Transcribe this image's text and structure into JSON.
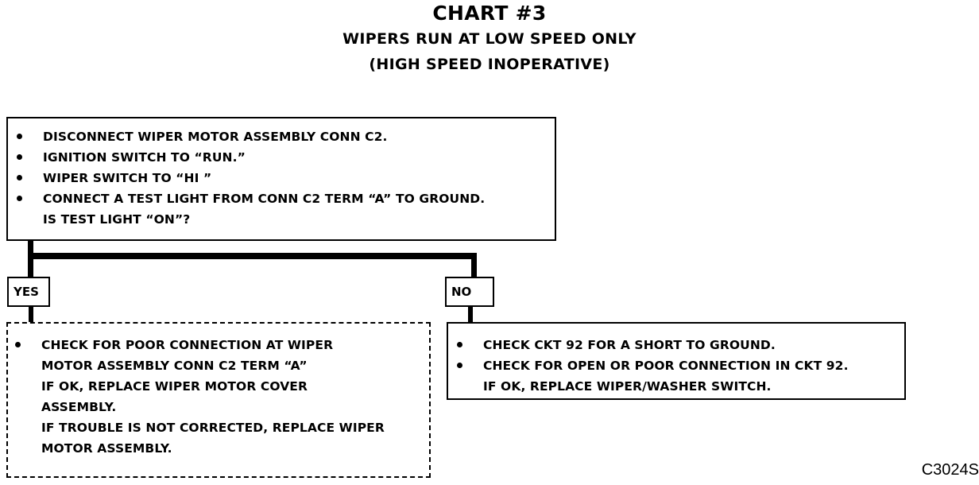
{
  "title": {
    "line1": "CHART #3",
    "line2": "WIPERS RUN AT LOW SPEED ONLY",
    "line3": "(HIGH SPEED INOPERATIVE)"
  },
  "start_box": {
    "bullets": [
      "DISCONNECT WIPER MOTOR ASSEMBLY CONN C2.",
      "IGNITION SWITCH TO “RUN.”",
      "WIPER SWITCH TO “HI ”",
      "CONNECT A TEST LIGHT FROM CONN C2 TERM “A” TO GROUND."
    ],
    "question": "IS TEST LIGHT “ON”?"
  },
  "branches": {
    "yes_label": "YES",
    "no_label": "NO"
  },
  "yes_box": {
    "bullet": "CHECK FOR POOR CONNECTION AT WIPER",
    "lines": [
      "MOTOR ASSEMBLY CONN C2 TERM “A”",
      "IF OK, REPLACE WIPER MOTOR COVER",
      "ASSEMBLY.",
      "IF TROUBLE IS NOT CORRECTED, REPLACE WIPER",
      "MOTOR ASSEMBLY."
    ]
  },
  "no_box": {
    "bullets": [
      "CHECK CKT 92 FOR A SHORT TO GROUND.",
      "CHECK FOR OPEN OR POOR CONNECTION IN CKT 92."
    ],
    "line": "IF OK, REPLACE WIPER/WASHER SWITCH."
  },
  "footer_code": "C3024S"
}
